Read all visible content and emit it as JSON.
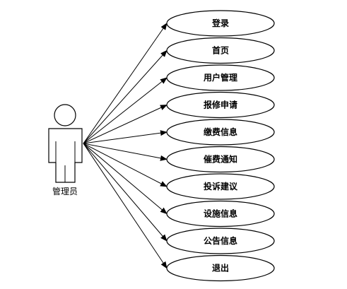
{
  "actor": {
    "name": "管理员"
  },
  "use_cases": [
    {
      "label": "登录"
    },
    {
      "label": "首页"
    },
    {
      "label": "用户管理"
    },
    {
      "label": "报修申请"
    },
    {
      "label": "缴费信息"
    },
    {
      "label": "催费通知"
    },
    {
      "label": "投诉建议"
    },
    {
      "label": "设施信息"
    },
    {
      "label": "公告信息"
    },
    {
      "label": "退出"
    }
  ]
}
